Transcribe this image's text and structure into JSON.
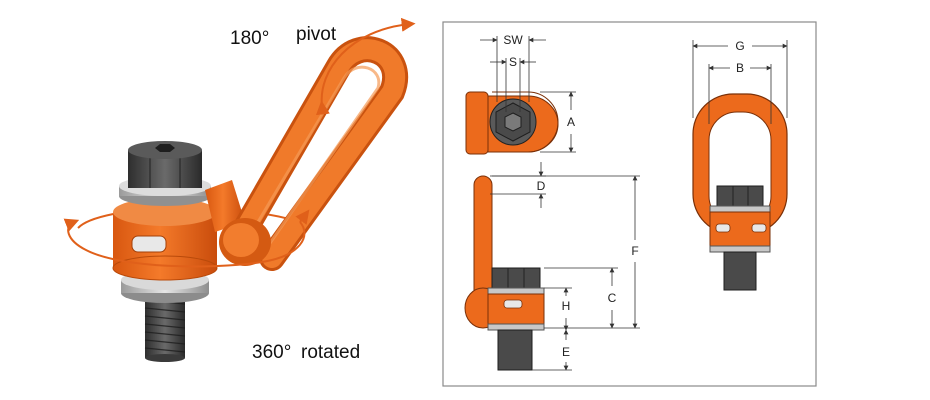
{
  "photo": {
    "pivot_angle": "180°",
    "pivot_label": "pivot",
    "rotate_angle": "360°",
    "rotate_label": "rotated"
  },
  "drawing": {
    "labels": {
      "sw": "SW",
      "s": "S",
      "a": "A",
      "d": "D",
      "f": "F",
      "c": "C",
      "h": "H",
      "e": "E",
      "g": "G",
      "b": "B"
    }
  },
  "colors": {
    "orange": "#ec6a1c",
    "orange_dark": "#c9520f",
    "steel_dark": "#4a4a4a",
    "steel_light": "#c8c8c8",
    "arrow": "#e0601a",
    "frame": "#8a8a8a"
  }
}
